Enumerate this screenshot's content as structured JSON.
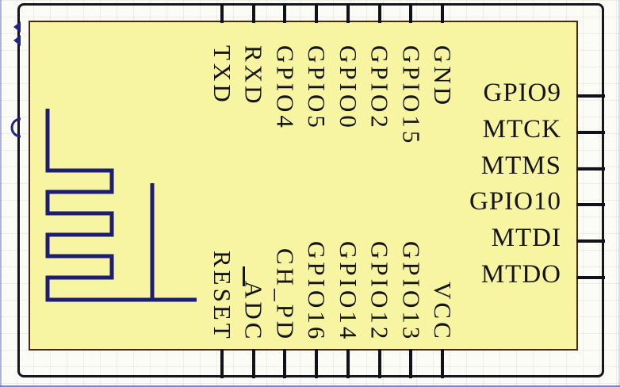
{
  "module": {
    "top_pins": [
      "TXD",
      "RXD",
      "GPIO4",
      "GPIO5",
      "GPIO0",
      "GPIO2",
      "GPIO15",
      "GND"
    ],
    "bottom_pins": [
      "RESET",
      "ADC",
      "CH_PD",
      "GPIO16",
      "GPIO14",
      "GPIO12",
      "GPIO13",
      "VCC"
    ],
    "right_pins": [
      "GPIO9",
      "MTCK",
      "MTMS",
      "GPIO10",
      "MTDI",
      "MTDO"
    ],
    "adc_overline_letter": "A",
    "colors": {
      "body_fill": "#F8F5A2",
      "body_border": "#4a2712",
      "outline": "#16161f",
      "pin": "#11111a",
      "antenna": "#1d1d73",
      "artifact": "#232380",
      "label_text": "#141414"
    }
  }
}
